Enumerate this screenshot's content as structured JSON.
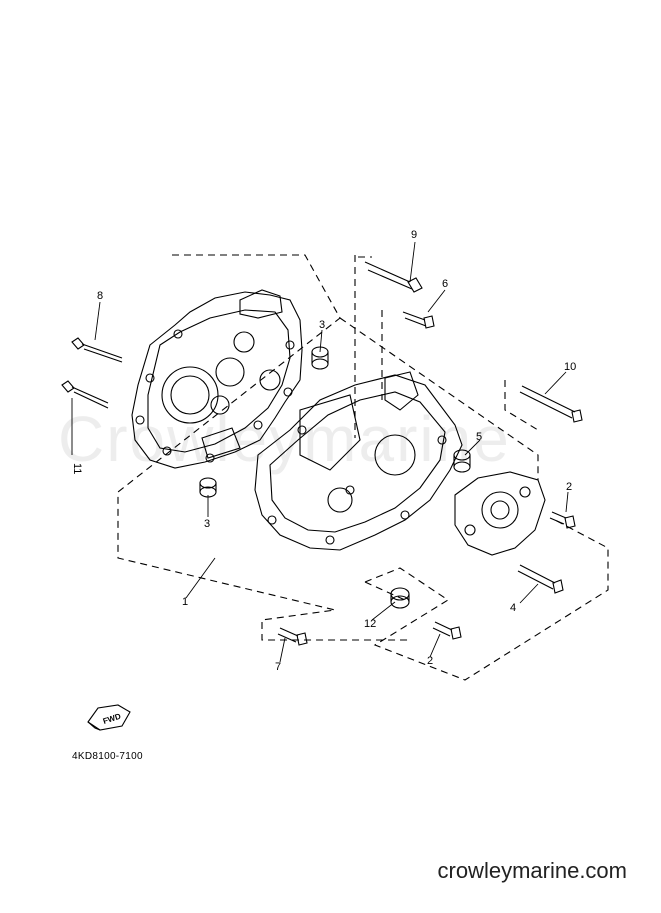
{
  "diagram": {
    "callouts": {
      "c1": "1",
      "c2a": "2",
      "c2b": "2",
      "c3a": "3",
      "c3b": "3",
      "c4": "4",
      "c5": "5",
      "c6": "6",
      "c7": "7",
      "c8": "8",
      "c9": "9",
      "c10": "10",
      "c11": "11",
      "c12": "12"
    },
    "fwd_label": "FWD",
    "part_code": "4KD8100-7100",
    "watermark": "Crowleymarine",
    "site": "crowleymarine.com"
  }
}
